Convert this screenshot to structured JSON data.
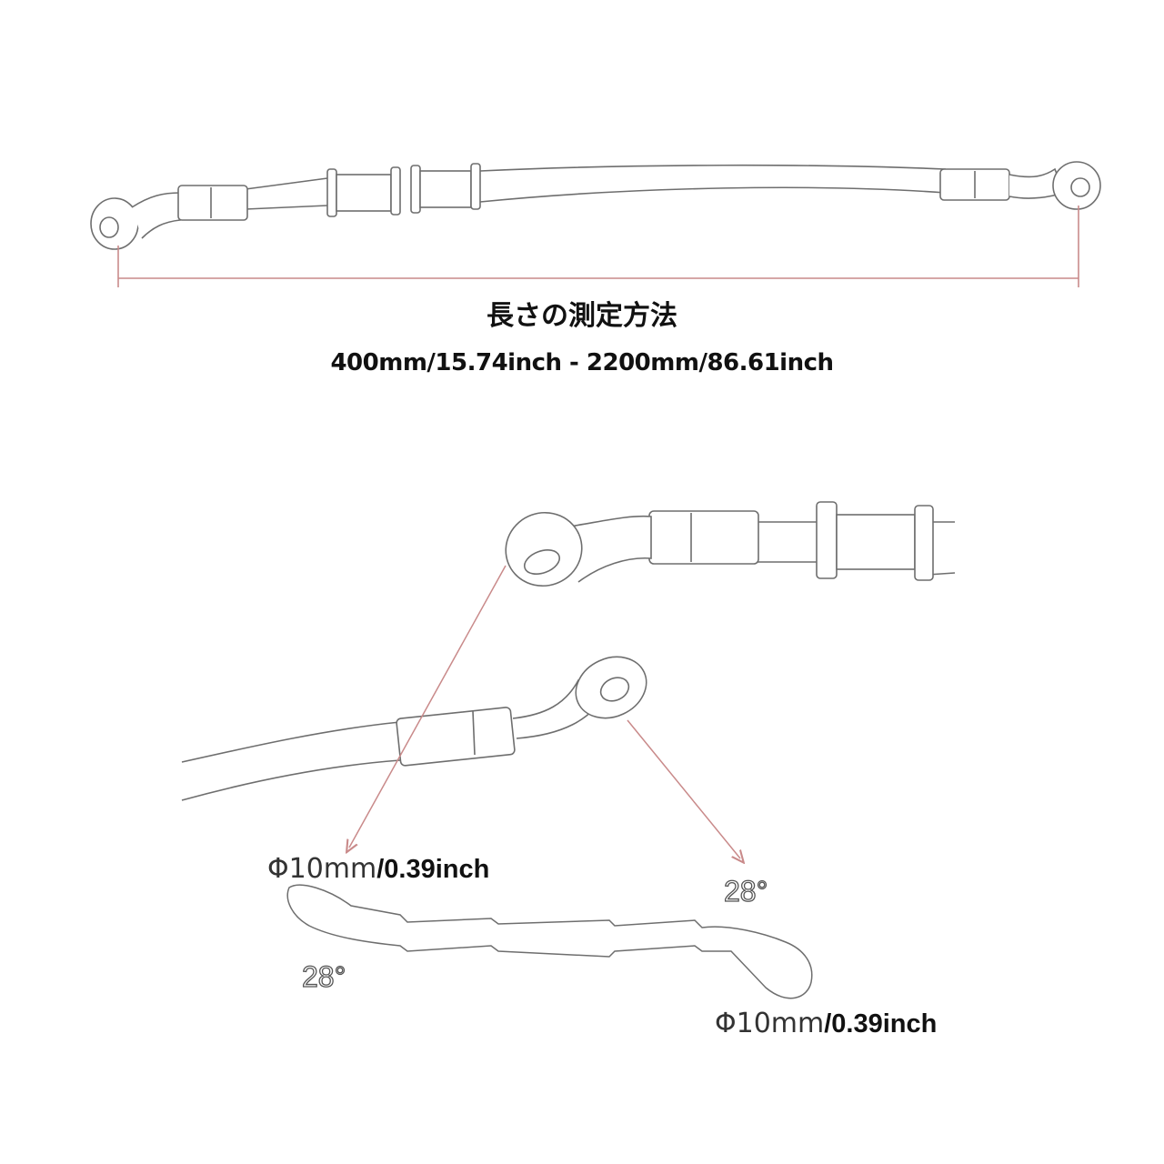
{
  "heading": "長さの測定方法",
  "length_range": "400mm/15.74inch - 2200mm/86.61inch",
  "fitting_top": {
    "symbol": "Φ10mm",
    "value": "/0.39inch"
  },
  "fitting_bottom": {
    "symbol": "Φ10mm",
    "value": "/0.39inch"
  },
  "angle_right": "28°",
  "angle_left": "28°",
  "colors": {
    "measure_line": "#c98a8a",
    "outline": "#6e6e6e"
  }
}
